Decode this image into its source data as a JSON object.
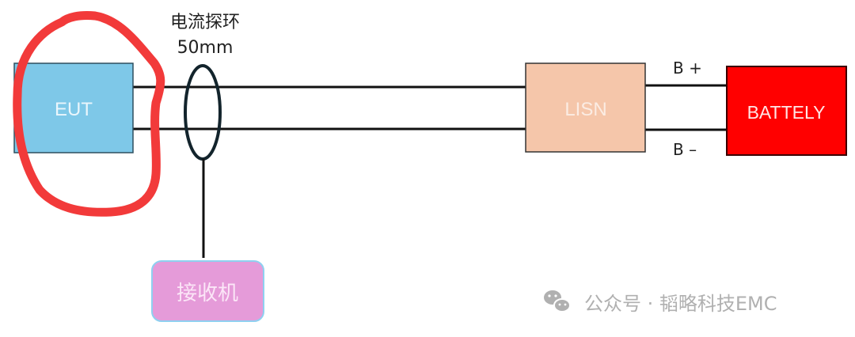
{
  "diagram": {
    "probe": {
      "title": "电流探环",
      "size": "50mm"
    },
    "blocks": {
      "eut": {
        "label": "EUT",
        "fill": "#7ec8e8",
        "text_color": "#eaf6fc"
      },
      "lisn": {
        "label": "LISN",
        "fill": "#f5c6aa",
        "text_color": "#fbece3"
      },
      "battery": {
        "label": "BATTELY",
        "fill": "#ff0000",
        "text_color": "#ffe6e6"
      },
      "receiver": {
        "label": "接收机",
        "fill": "#e59bd9",
        "border": "#8fd0f0",
        "text_color": "#fbe6f7"
      }
    },
    "wire_labels": {
      "positive": "B +",
      "negative": "B –"
    },
    "highlight": {
      "shape": "hand-drawn circle around EUT",
      "color": "#f23a3a"
    }
  },
  "watermark": {
    "icon": "wechat-icon",
    "text": "公众号 · 韬略科技EMC",
    "color": "#b0b0b0"
  }
}
